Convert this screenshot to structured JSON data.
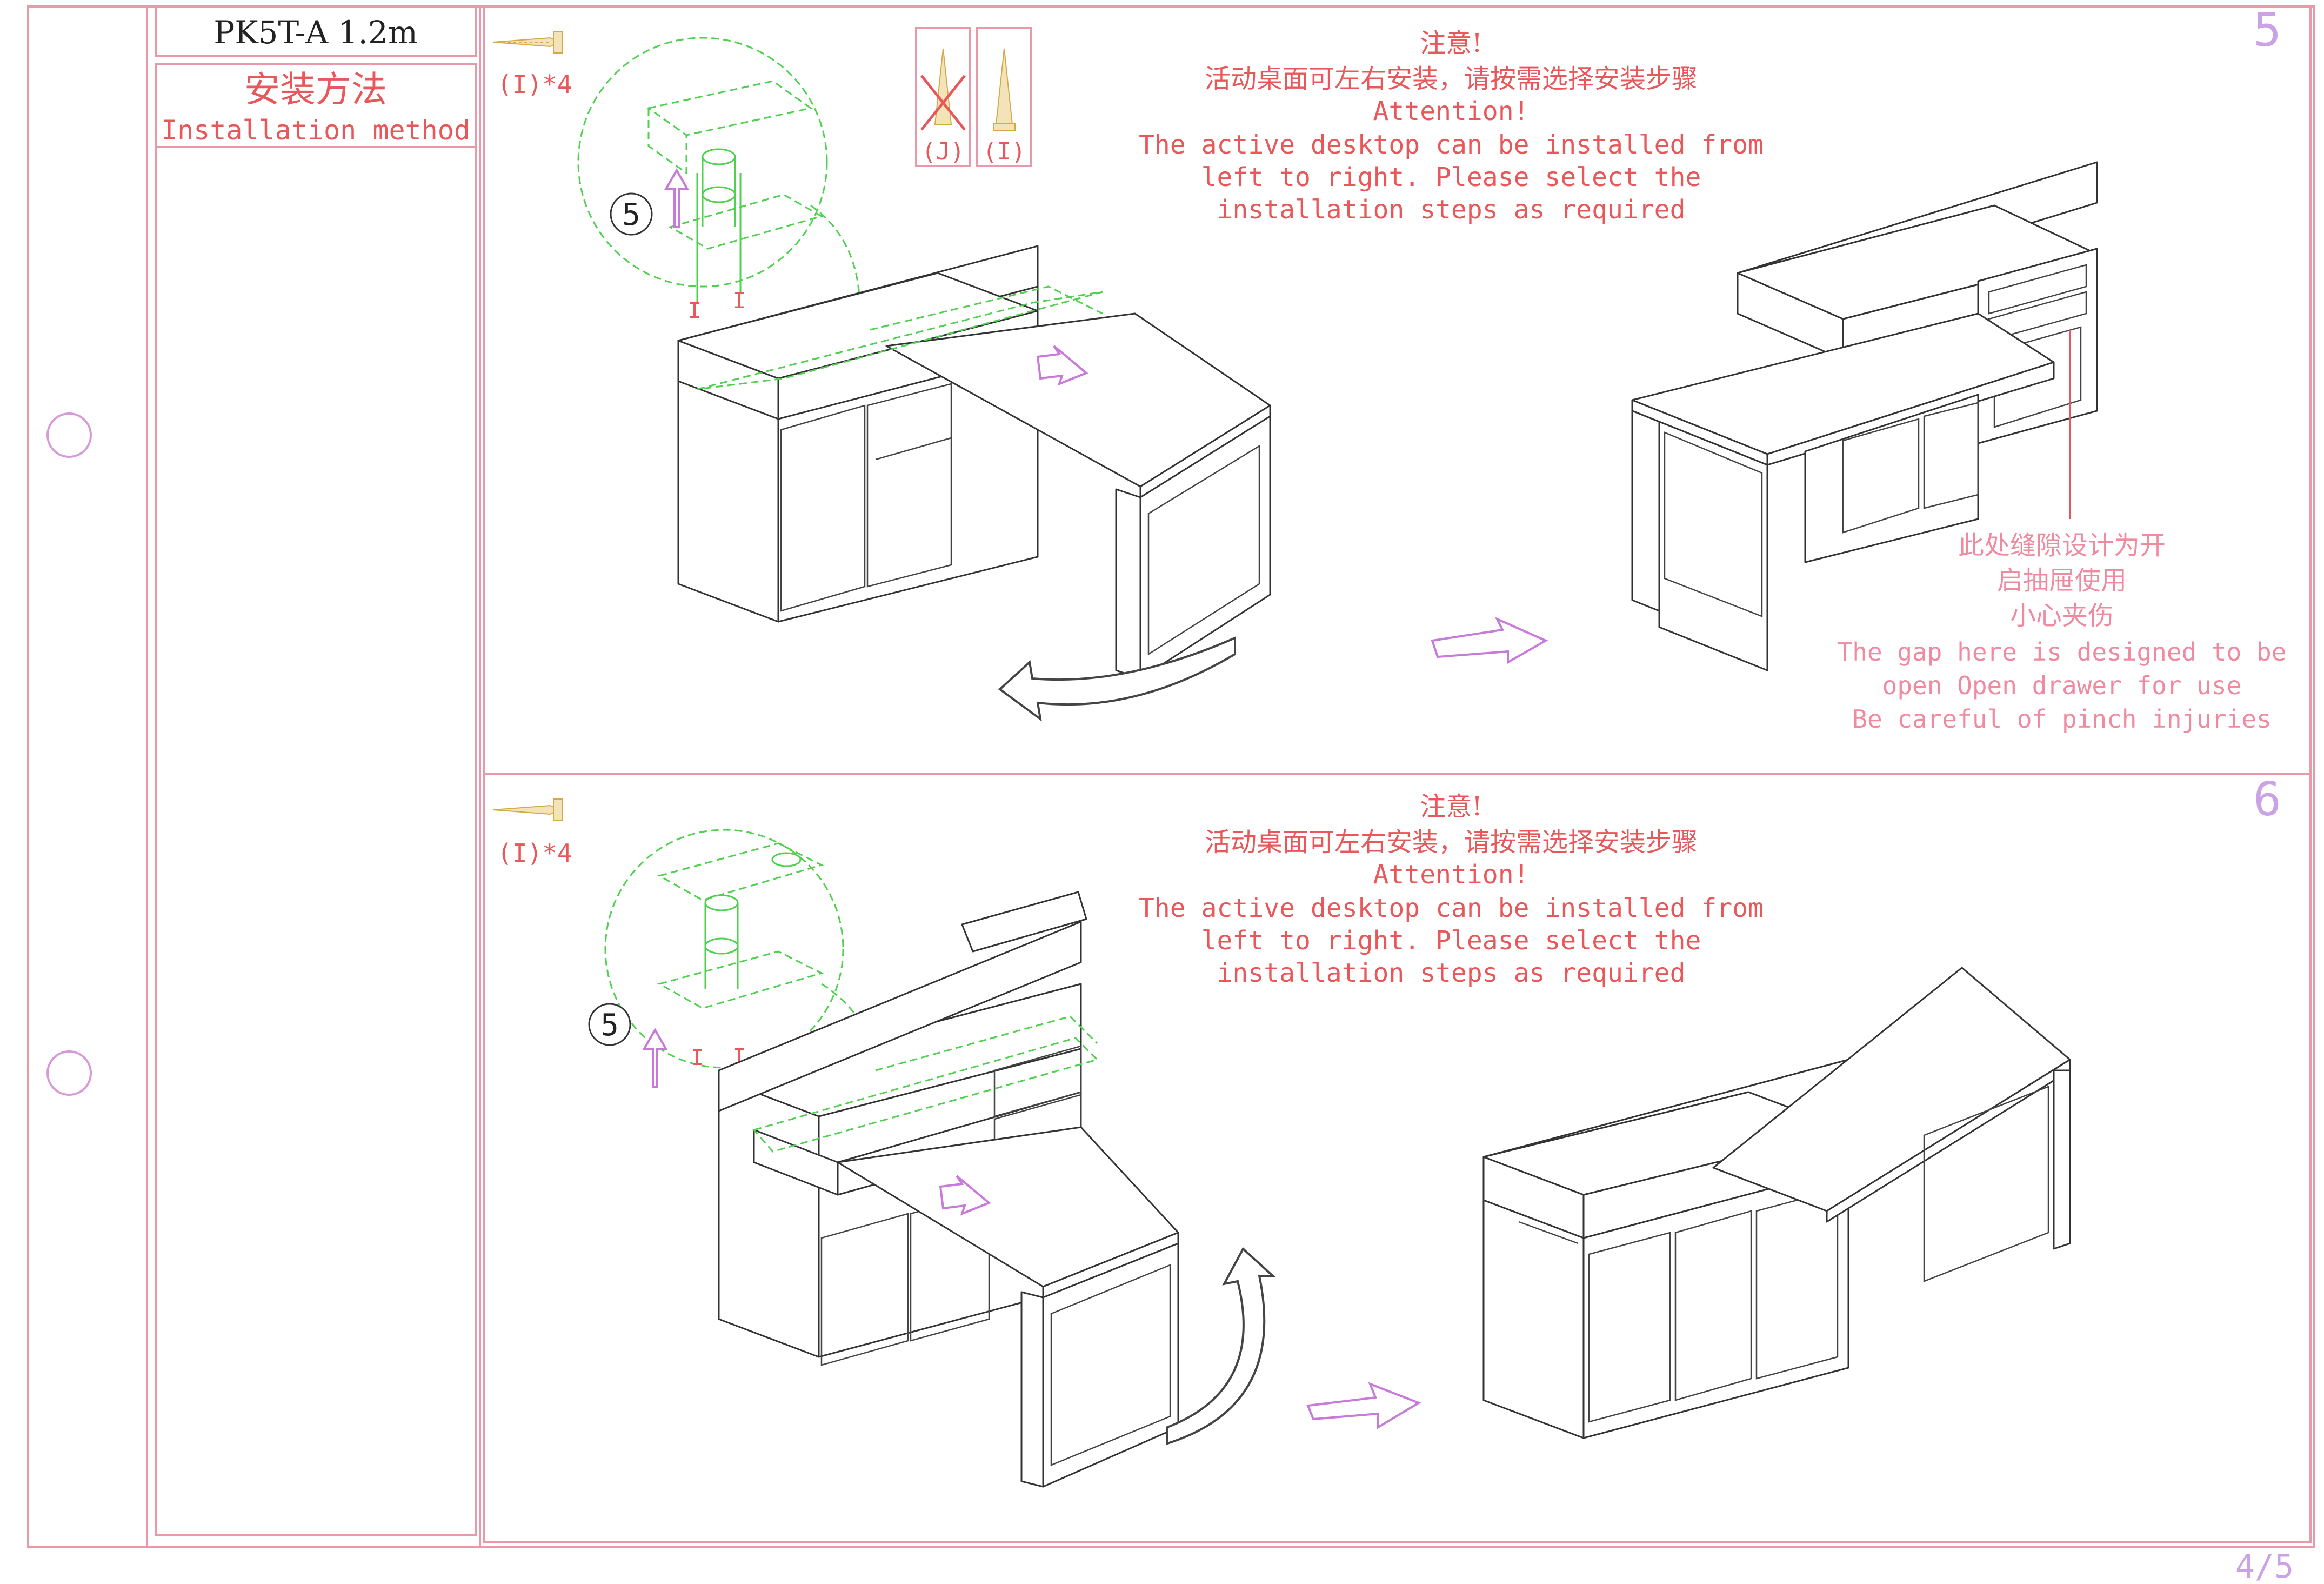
{
  "title_block": {
    "model": "PK5T-A 1.2m",
    "section_cn": "安装方法",
    "section_en": "Installation method"
  },
  "page_number": "4/5",
  "parts_box": {
    "labels": [
      "(J)",
      "(I)"
    ]
  },
  "steps": [
    {
      "number": "5",
      "screw_qty": "(I)*4",
      "callout_number": "5",
      "detail_labels": [
        "I",
        "I",
        "I"
      ],
      "notice": {
        "cn_title": "注意!",
        "cn_body": "活动桌面可左右安装，请按需选择安装步骤",
        "en_title": "Attention!",
        "en_lines": [
          "The active desktop can be installed from",
          "left to right. Please select the",
          "installation steps as required"
        ]
      },
      "gap_note": {
        "cn_lines": [
          "此处缝隙设计为开",
          "启抽屉使用",
          "小心夹伤"
        ],
        "en_lines": [
          "The gap here is designed to be",
          "open Open drawer for use",
          "Be careful of pinch injuries"
        ]
      }
    },
    {
      "number": "6",
      "screw_qty": "(I)*4",
      "callout_number": "5",
      "detail_labels": [
        "I",
        "I",
        "I"
      ],
      "notice": {
        "cn_title": "注意!",
        "cn_body": "活动桌面可左右安装，请按需选择安装步骤",
        "en_title": "Attention!",
        "en_lines": [
          "The active desktop can be installed from",
          "left to right. Please select the",
          "installation steps as required"
        ]
      }
    }
  ],
  "colors": {
    "frame": "#e89aa8",
    "note_text": "#e8585a",
    "step_number": "#c9a3e6",
    "detail_lines": "#4fd14f",
    "arrows": "#c77ad9"
  }
}
